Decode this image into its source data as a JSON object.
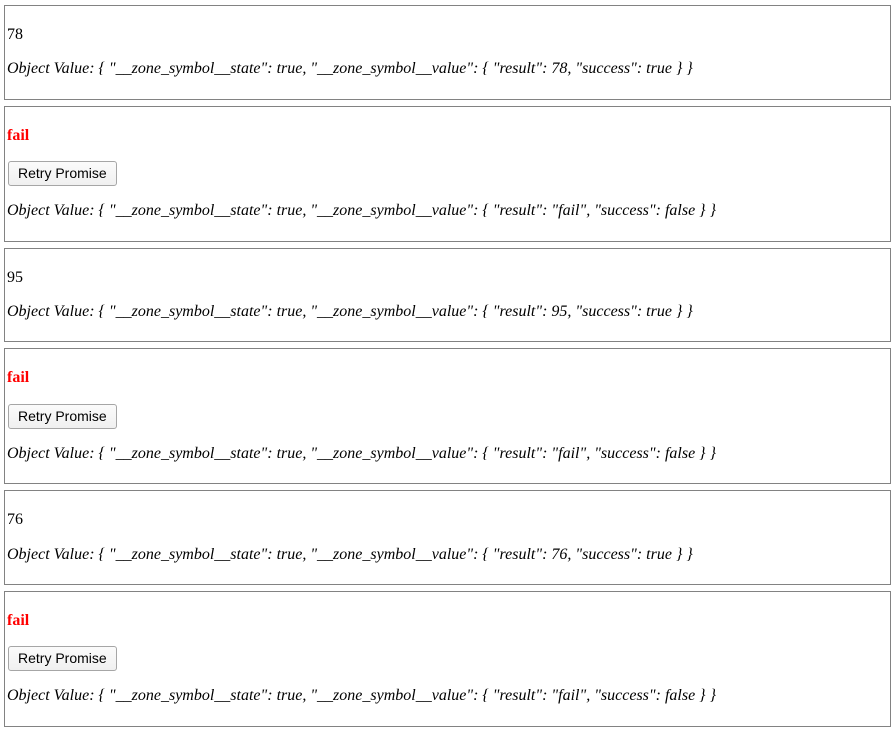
{
  "colors": {
    "fail_text": "#ff0000",
    "card_border": "#828282",
    "button_background": "#f5f5f5",
    "button_border": "#a6a6a6"
  },
  "cards": [
    {
      "status": "success",
      "result": "78",
      "object_value": "Object Value: { \"__zone_symbol__state\": true, \"__zone_symbol__value\": { \"result\": 78, \"success\": true } }"
    },
    {
      "status": "fail",
      "result": "fail",
      "retry_button_label": "Retry Promise",
      "object_value": "Object Value: { \"__zone_symbol__state\": true, \"__zone_symbol__value\": { \"result\": \"fail\", \"success\": false } }"
    },
    {
      "status": "success",
      "result": "95",
      "object_value": "Object Value: { \"__zone_symbol__state\": true, \"__zone_symbol__value\": { \"result\": 95, \"success\": true } }"
    },
    {
      "status": "fail",
      "result": "fail",
      "retry_button_label": "Retry Promise",
      "object_value": "Object Value: { \"__zone_symbol__state\": true, \"__zone_symbol__value\": { \"result\": \"fail\", \"success\": false } }"
    },
    {
      "status": "success",
      "result": "76",
      "object_value": "Object Value: { \"__zone_symbol__state\": true, \"__zone_symbol__value\": { \"result\": 76, \"success\": true } }"
    },
    {
      "status": "fail",
      "result": "fail",
      "retry_button_label": "Retry Promise",
      "object_value": "Object Value: { \"__zone_symbol__state\": true, \"__zone_symbol__value\": { \"result\": \"fail\", \"success\": false } }"
    }
  ]
}
